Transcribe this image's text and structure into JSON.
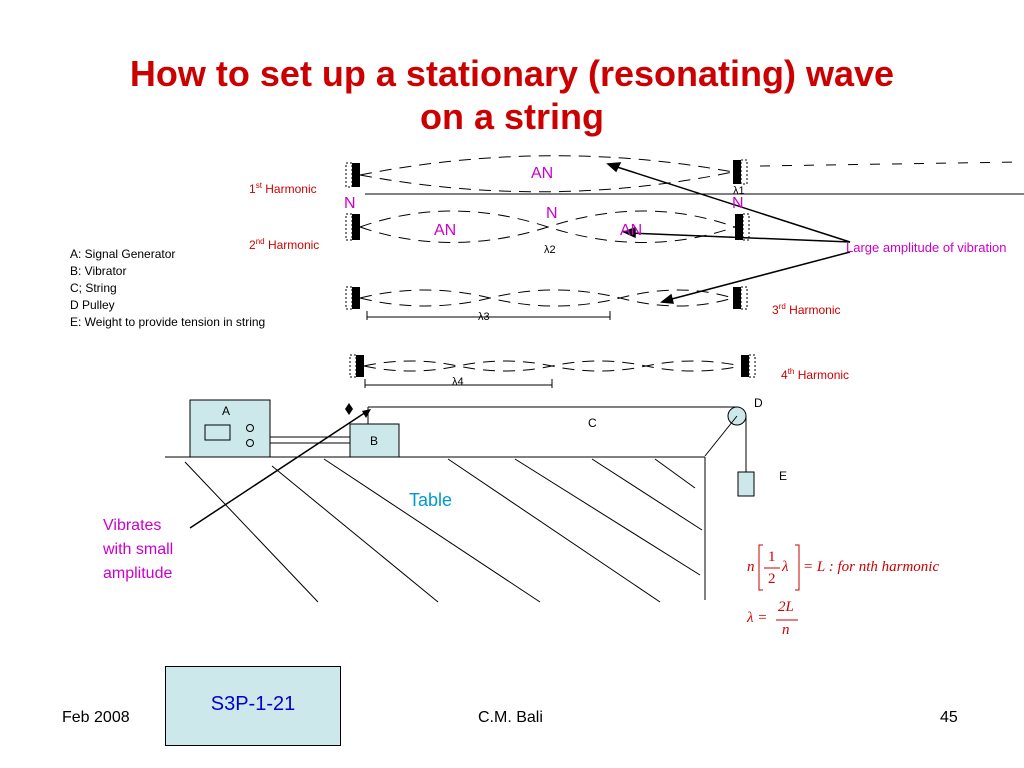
{
  "title": {
    "line1": "How to set up a stationary (resonating) wave",
    "line2": "on a string"
  },
  "harmonics": [
    {
      "num": "1",
      "sup": "st",
      "word": "Harmonic"
    },
    {
      "num": "2",
      "sup": "nd",
      "word": "Harmonic"
    },
    {
      "num": "3",
      "sup": "rd",
      "word": "Harmonic"
    },
    {
      "num": "4",
      "sup": "th",
      "word": "Harmonic"
    }
  ],
  "nodes": {
    "node": "N",
    "antinode": "AN"
  },
  "wavelengths": [
    "λ1",
    "λ2",
    "λ3",
    "λ4"
  ],
  "callout": "Large amplitude of vibration",
  "legend": [
    "A: Signal Generator",
    "B: Vibrator",
    "C; String",
    "D Pulley",
    "E: Weight to provide tension in string"
  ],
  "apparatus": {
    "a": "A",
    "b": "B",
    "c": "C",
    "d": "D",
    "e": "E",
    "table": "Table"
  },
  "vibrates": [
    "Vibrates",
    "with small",
    "amplitude"
  ],
  "formula": {
    "n": "n",
    "half_num": "1",
    "half_den": "2",
    "lambda": "λ",
    "rest": "= L : for nth harmonic",
    "lambda_eq": "λ =",
    "frac_num": "2L",
    "frac_den": "n"
  },
  "footer": {
    "date": "Feb 2008",
    "code": "S3P-1-21",
    "author": "C.M. Bali",
    "page": "45"
  },
  "colors": {
    "title": "#cc0000",
    "accent": "#cc00cc",
    "box_fill": "#cde8eb"
  }
}
